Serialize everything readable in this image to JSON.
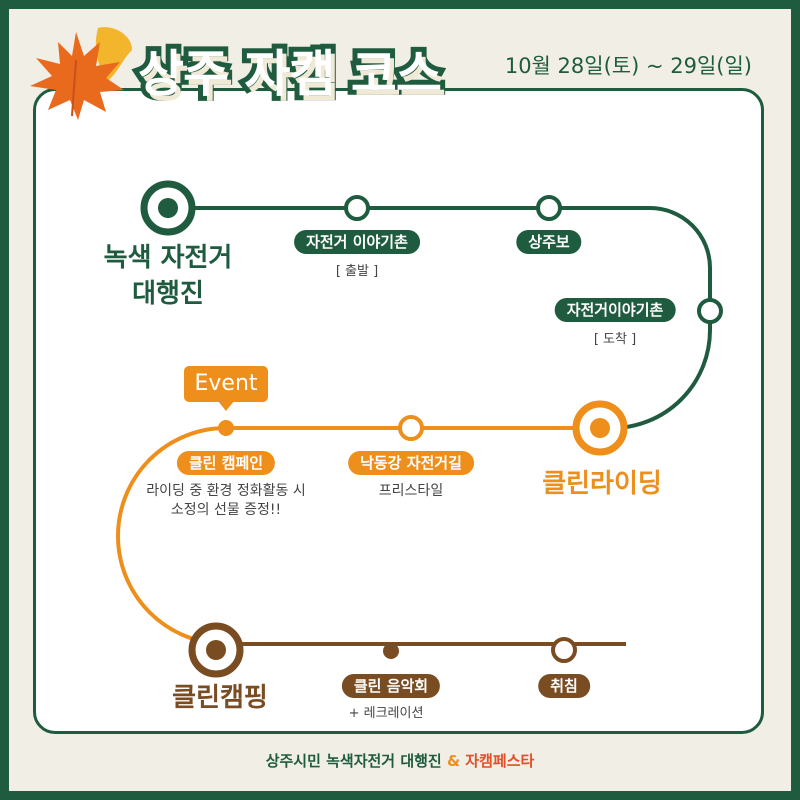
{
  "header": {
    "title": "상주 자캠 코스",
    "date": "10월 28일(토) ~ 29일(일)"
  },
  "course": {
    "start": {
      "label_line1": "녹색 자전거",
      "label_line2": "대행진"
    },
    "stop_depart": {
      "label": "자전거 이야기촌",
      "note": "[ 출발 ]"
    },
    "stop_sangjubo": {
      "label": "상주보"
    },
    "stop_arrive": {
      "label": "자전거이야기촌",
      "note": "[ 도착 ]"
    },
    "clean_riding": {
      "label": "클린라이딩"
    },
    "nakdong": {
      "label": "낙동강 자전거길",
      "note": "프리스타일"
    },
    "clean_campaign": {
      "label": "클린 캠페인",
      "note_line1": "라이딩 중 환경 정화활동 시",
      "note_line2": "소정의 선물 증정!!",
      "event_badge": "Event"
    },
    "clean_camping": {
      "label": "클린캠핑"
    },
    "concert": {
      "label": "클린 음악회",
      "note": "+ 레크레이션"
    },
    "sleep": {
      "label": "취침"
    }
  },
  "footer": {
    "part1": "상주시민 녹색자전거 대행진",
    "amp": "&",
    "part2": "자캠페스타"
  },
  "colors": {
    "green": "#1f5b3e",
    "orange": "#ee8f1c",
    "brown": "#7a4c22",
    "background": "#f1eee6"
  }
}
